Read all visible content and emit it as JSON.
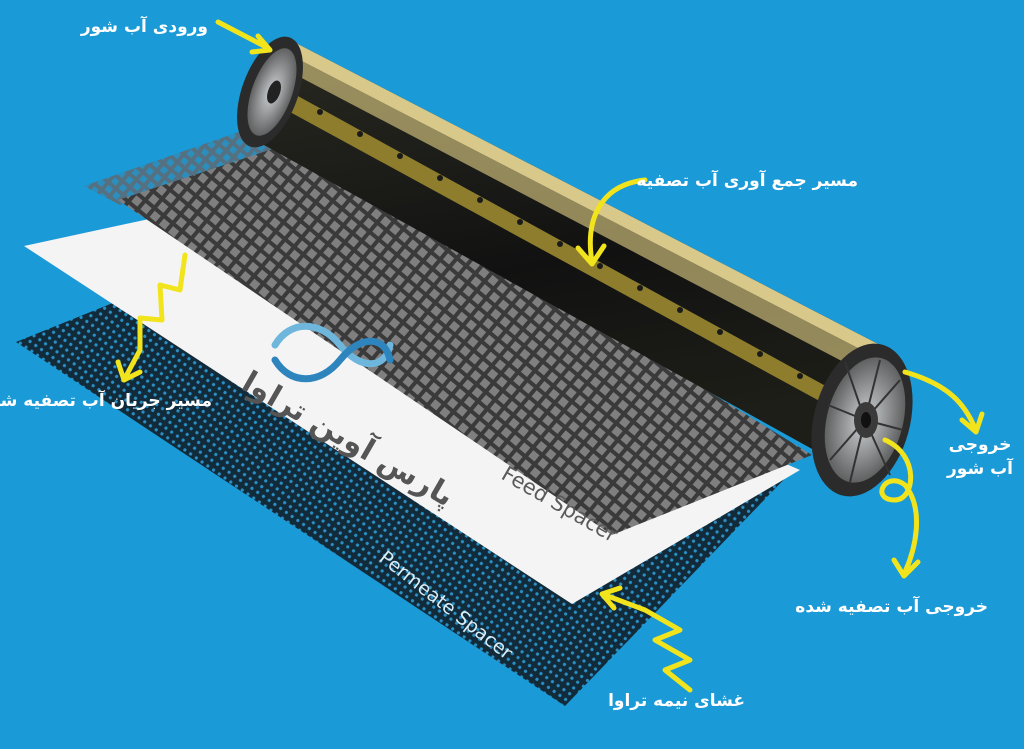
{
  "colors": {
    "background": "#1a9ad6",
    "arrow": "#f2e41c",
    "label_text": "#ffffff",
    "membrane_sheet": "#f4f4f4",
    "mesh": "#1c1c1c",
    "roll_wrap": "#d8c98a"
  },
  "labels": {
    "brine_inlet": "ورودی آب شور",
    "permeate_collection_path": "مسیر جمع آوری آب تصفیه",
    "permeate_flow_path": "مسیر جریان آب تصفیه شده",
    "brine_outlet_line1": "خروجی",
    "brine_outlet_line2": "آب شور",
    "permeate_outlet": "خروجی آب تصفیه شده",
    "semi_permeable_membrane": "غشای نیمه تراوا",
    "feed_spacer": "Feed Spacer",
    "permeate_spacer": "Permeate Spacer"
  },
  "logo": {
    "text": "پارس آوین تراوا",
    "icon": "infinity-wave-logo"
  }
}
